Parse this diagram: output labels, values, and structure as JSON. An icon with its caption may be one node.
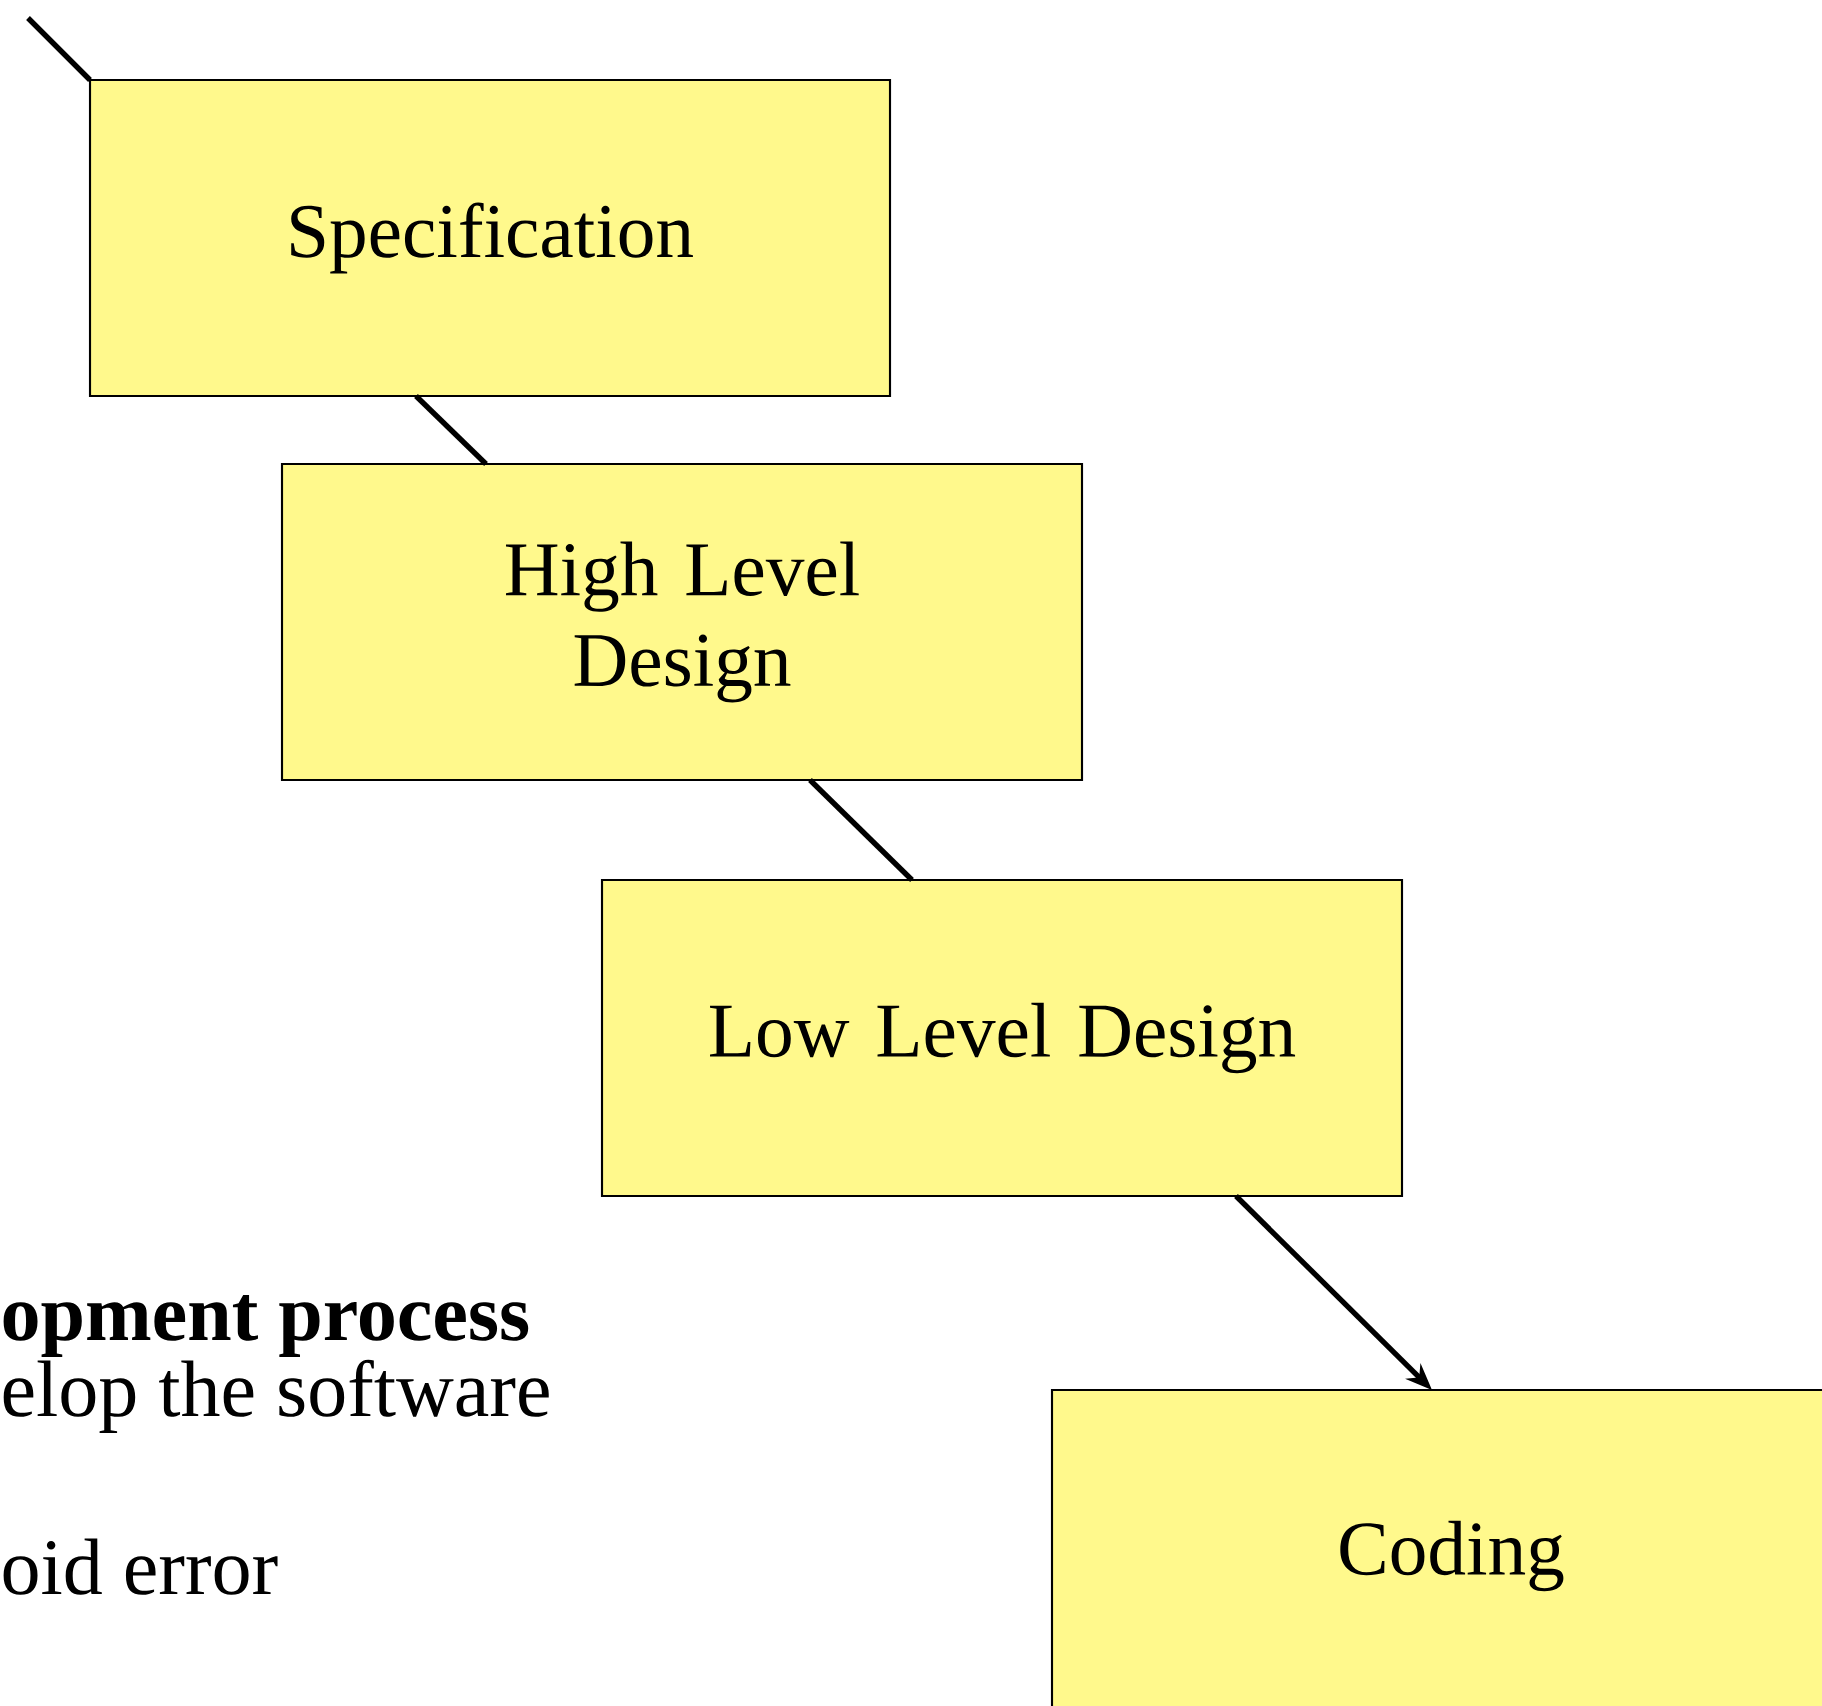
{
  "diagram": {
    "nodes": [
      {
        "text": [
          "Specification"
        ]
      },
      {
        "text": [
          "High Level Design"
        ]
      },
      {
        "text": [
          "Low Level Design"
        ]
      },
      {
        "text": [
          "Coding"
        ]
      }
    ],
    "edges": [
      {
        "from": null,
        "to": 0,
        "arrow": "none"
      },
      {
        "from": 0,
        "to": 1,
        "arrow": "none"
      },
      {
        "from": 1,
        "to": 2,
        "arrow": "none"
      },
      {
        "from": 2,
        "to": 3,
        "arrow": "to"
      }
    ],
    "labels": [
      "**opment process**",
      "elop the software",
      "oid error"
    ]
  }
}
